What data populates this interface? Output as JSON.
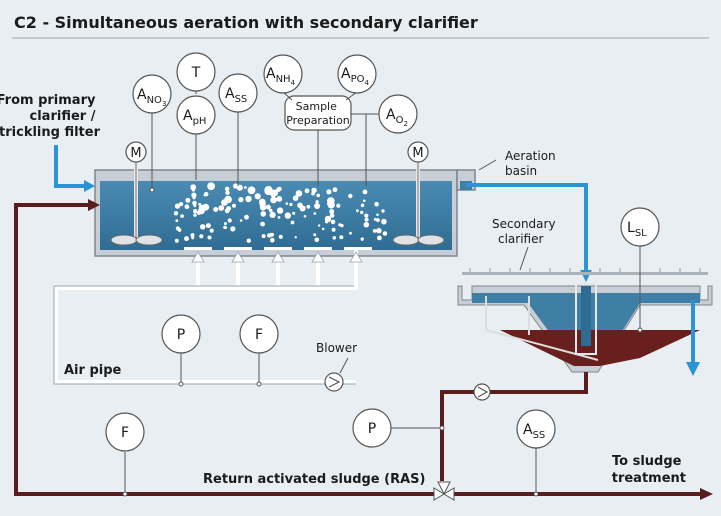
{
  "title": "C2 - Simultaneous aeration with secondary clarifier",
  "inflow_label": [
    "From primary",
    "clarifier /",
    "trickling filter"
  ],
  "aeration_basin_label": [
    "Aeration",
    "basin"
  ],
  "secondary_clarifier_label": [
    "Secondary",
    "clarifier"
  ],
  "air_pipe_label": "Air pipe",
  "blower_label": "Blower",
  "ras_label": "Return activated sludge (RAS)",
  "to_sludge_label": [
    "To sludge",
    "treatment"
  ],
  "sample_prep_label": [
    "Sample",
    "Preparation"
  ],
  "motor_letter": "M",
  "instruments": {
    "a_no3": {
      "main": "A",
      "sub": "NO3",
      "sub_parts": [
        "NO",
        "3"
      ]
    },
    "t": {
      "main": "T"
    },
    "a_ph": {
      "main": "A",
      "sub": "pH"
    },
    "a_ss_basin": {
      "main": "A",
      "sub": "SS"
    },
    "a_nh4": {
      "main": "A",
      "sub": "NH4",
      "sub_parts": [
        "NH",
        "4"
      ]
    },
    "a_po4": {
      "main": "A",
      "sub": "PO4",
      "sub_parts": [
        "PO",
        "4"
      ]
    },
    "a_o2": {
      "main": "A",
      "sub": "O2",
      "sub_parts": [
        "O",
        "2"
      ]
    },
    "l_sl": {
      "main": "L",
      "sub": "SL"
    },
    "p_air": {
      "main": "P"
    },
    "f_air": {
      "main": "F"
    },
    "f_ras": {
      "main": "F"
    },
    "p_ras": {
      "main": "P"
    },
    "a_ss_ras": {
      "main": "A",
      "sub": "SS"
    }
  },
  "colors": {
    "water": "#3f7fa6",
    "water_light": "#5d98bd",
    "flow_arrow": "#2a94d4",
    "sludge_pipe": "#5a1d1d",
    "tank_gray": "#9aa3ab",
    "background": "#e9eef3"
  }
}
